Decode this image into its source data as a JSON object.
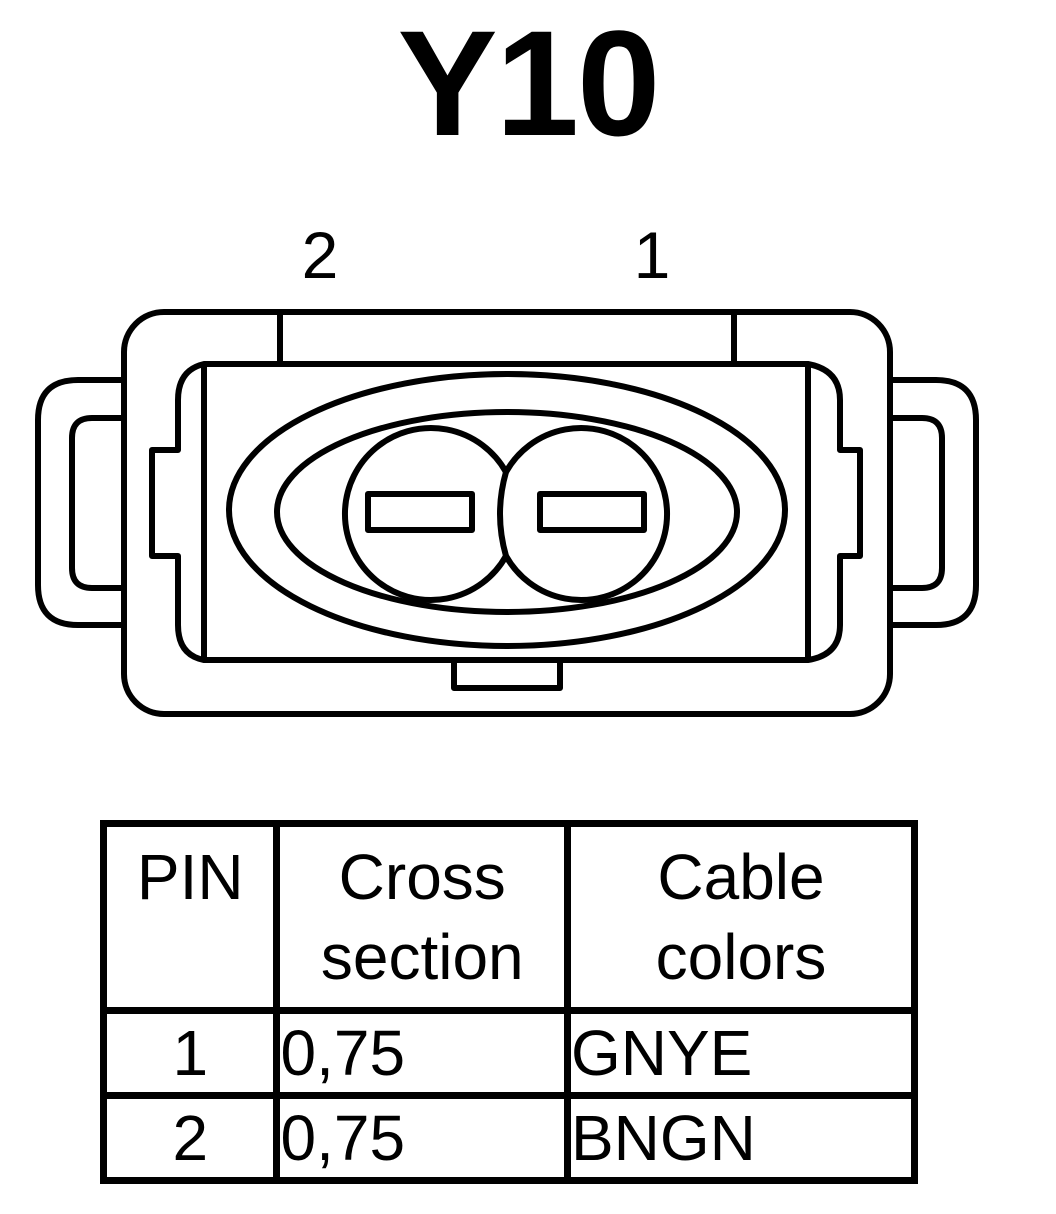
{
  "title": "Y10",
  "pin_labels": {
    "pin_2": "2",
    "pin_1": "1"
  },
  "table": {
    "headers": {
      "pin": "PIN",
      "cross_line1": "Cross",
      "cross_line2": "section",
      "cable_line1": "Cable",
      "cable_line2": "colors"
    },
    "rows": [
      {
        "pin": "1",
        "cross_section": "0,75",
        "cable_color": "GNYE"
      },
      {
        "pin": "2",
        "cross_section": "0,75",
        "cable_color": "BNGN"
      }
    ]
  }
}
